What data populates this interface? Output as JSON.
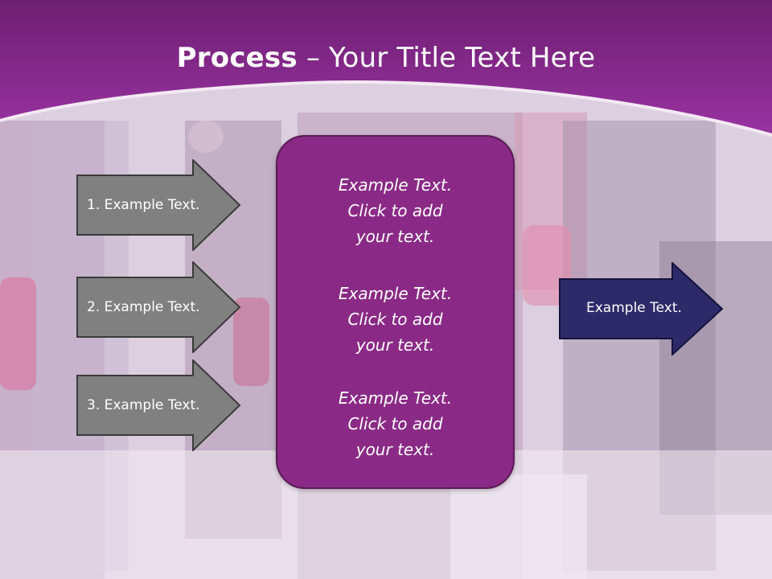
{
  "title": {
    "strong": "Process",
    "dash": " – ",
    "rest": "Your Title Text Here"
  },
  "left_arrows": [
    {
      "label": "1. Example Text."
    },
    {
      "label": "2. Example Text."
    },
    {
      "label": "3. Example Text."
    }
  ],
  "center_box": {
    "items": [
      {
        "line1": "Example Text.",
        "line2": "Click  to add",
        "line3": "your text."
      },
      {
        "line1": "Example Text.",
        "line2": "Click  to add",
        "line3": "your text."
      },
      {
        "line1": "Example Text.",
        "line2": "Click  to add",
        "line3": "your text."
      }
    ]
  },
  "right_arrow": {
    "label": "Example Text."
  },
  "colors": {
    "header": "#8b2a8e",
    "center_box": "#8a2a86",
    "left_arrow": "#7f7f7f",
    "right_arrow": "#2e2a6a"
  }
}
